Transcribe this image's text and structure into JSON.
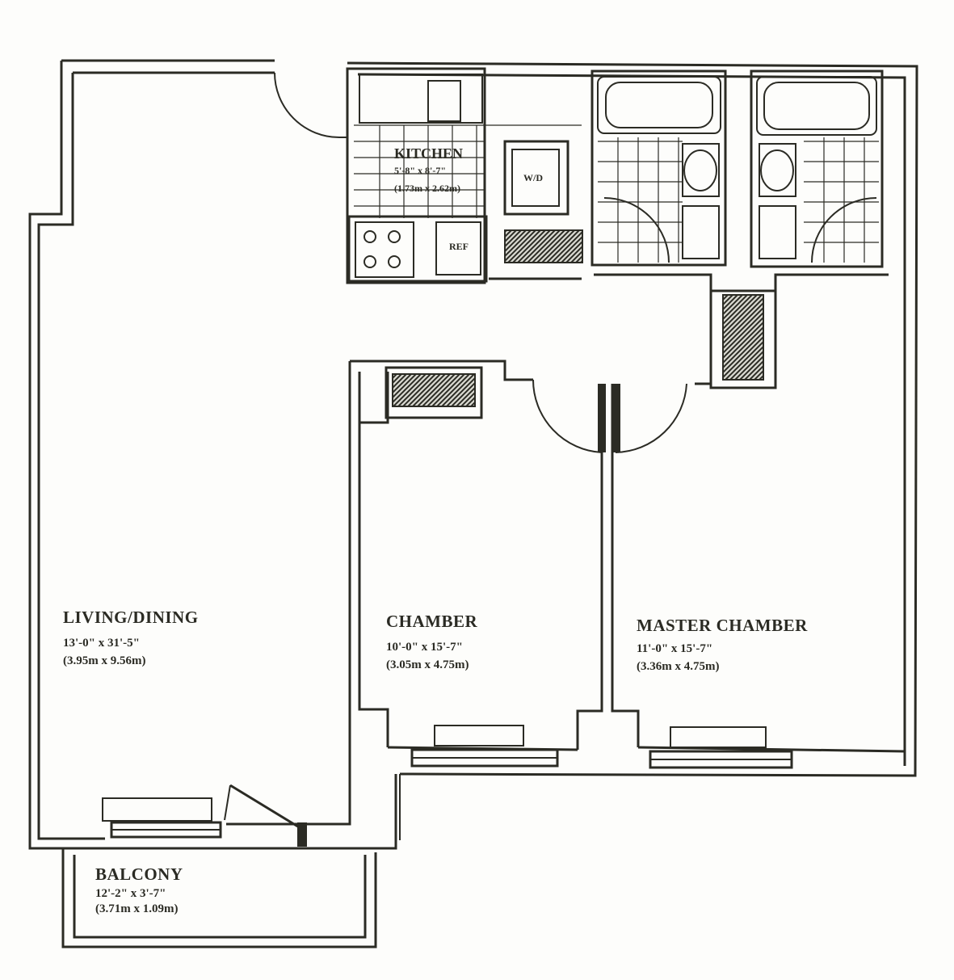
{
  "rooms": {
    "living": {
      "name": "LIVING/DINING",
      "dim_imperial": "13'-0\" x 31'-5\"",
      "dim_metric": "(3.95m x 9.56m)"
    },
    "chamber": {
      "name": "CHAMBER",
      "dim_imperial": "10'-0\" x 15'-7\"",
      "dim_metric": "(3.05m x 4.75m)"
    },
    "master": {
      "name": "MASTER CHAMBER",
      "dim_imperial": "11'-0\" x 15'-7\"",
      "dim_metric": "(3.36m x 4.75m)"
    },
    "kitchen": {
      "name": "KITCHEN",
      "dim_imperial": "5'-8\" x 8'-7\"",
      "dim_metric": "(1.73m x 2.62m)"
    },
    "balcony": {
      "name": "BALCONY",
      "dim_imperial": "12'-2\" x 3'-7\"",
      "dim_metric": "(3.71m x 1.09m)"
    }
  },
  "fixtures": {
    "washer_dryer": "W/D",
    "refrigerator": "REF"
  }
}
